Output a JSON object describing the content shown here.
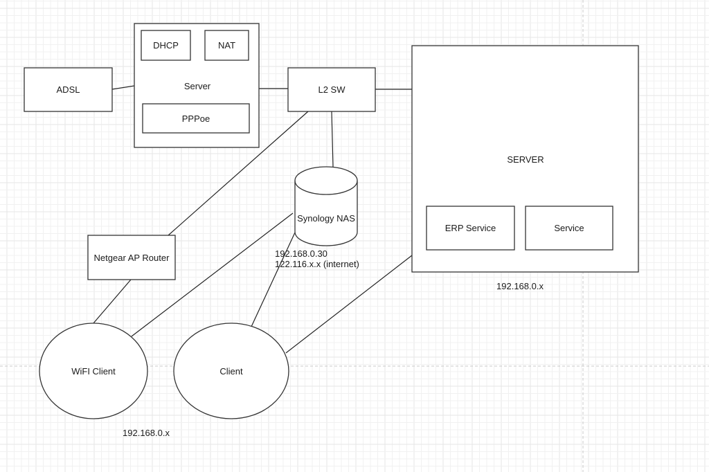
{
  "diagram": {
    "type": "network-topology",
    "nodes": {
      "adsl": {
        "label": "ADSL"
      },
      "server_gateway": {
        "label": "Server",
        "children": {
          "dhcp": {
            "label": "DHCP"
          },
          "nat": {
            "label": "NAT"
          },
          "pppoe": {
            "label": "PPPoe"
          }
        }
      },
      "l2sw": {
        "label": "L2 SW"
      },
      "nas": {
        "label": "Synology NAS",
        "ip_lines": [
          "192.168.0.30",
          "122.116.x.x (internet)"
        ]
      },
      "main_server": {
        "label": "SERVER",
        "ip": "192.168.0.x",
        "children": {
          "erp": {
            "label": "ERP Service"
          },
          "service": {
            "label": "Service"
          }
        }
      },
      "netgear": {
        "label": "Netgear AP Router"
      },
      "wifi_client": {
        "label": "WiFI Client"
      },
      "client": {
        "label": "Client"
      },
      "client_subnet": {
        "ip": "192.168.0.x"
      }
    },
    "edges": [
      {
        "from": "ADSL",
        "to": "Server"
      },
      {
        "from": "Server",
        "to": "L2 SW"
      },
      {
        "from": "L2 SW",
        "to": "SERVER"
      },
      {
        "from": "L2 SW",
        "to": "Synology NAS"
      },
      {
        "from": "L2 SW",
        "to": "Netgear AP Router"
      },
      {
        "from": "Netgear AP Router",
        "to": "WiFI Client"
      },
      {
        "from": "Synology NAS",
        "to": "WiFI Client"
      },
      {
        "from": "Synology NAS",
        "to": "Client"
      },
      {
        "from": "Client",
        "to": "SERVER"
      }
    ]
  }
}
